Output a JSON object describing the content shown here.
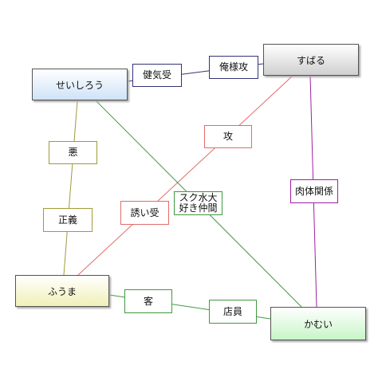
{
  "nodes": {
    "seishirou": "せいしろう",
    "subaru": "すばる",
    "fuuma": "ふうま",
    "kamui": "かむい"
  },
  "edge_labels": {
    "kenki_uke": "健気受",
    "ore_sama_seme": "俺様攻",
    "aku": "悪",
    "seigi": "正義",
    "seme": "攻",
    "sasoi_uke": "誘い受",
    "sukumizu": "スク水大好き仲間",
    "nikutai_kankei": "肉体関係",
    "kyaku": "客",
    "tenin": "店員"
  },
  "colors": {
    "seishirou_subaru": "#333377",
    "seishirou_fuuma": "#a09a3a",
    "subaru_fuuma": "#e06c6c",
    "seishirou_kamui": "#3f9a3f",
    "subaru_kamui": "#a020a0",
    "fuuma_kamui": "#3f9a3f"
  }
}
